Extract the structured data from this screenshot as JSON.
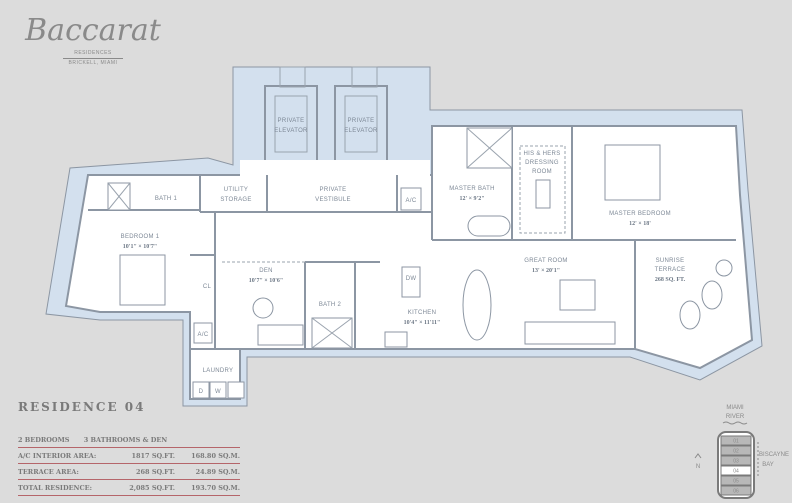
{
  "logo": {
    "brand": "Baccarat",
    "line1": "RESIDENCES",
    "line2": "BRICKELL, MIAMI"
  },
  "residence_title": "RESIDENCE 04",
  "summary": {
    "bedrooms": "2 BEDROOMS",
    "bathrooms": "3 BATHROOMS & DEN",
    "rows": [
      {
        "label": "A/C INTERIOR AREA:",
        "sqft": "1817 SQ.FT.",
        "sqm": "168.80 SQ.M."
      },
      {
        "label": "TERRACE AREA:",
        "sqft": "268 SQ.FT.",
        "sqm": "24.89 SQ.M."
      },
      {
        "label": "TOTAL RESIDENCE:",
        "sqft": "2,085 SQ.FT.",
        "sqm": "193.70 SQ.M."
      }
    ]
  },
  "rooms": {
    "elevator1": "PRIVATE",
    "elevator1b": "ELEVATOR",
    "elevator2": "PRIVATE",
    "elevator2b": "ELEVATOR",
    "utility": "UTILITY",
    "utility_b": "STORAGE",
    "vestibule": "PRIVATE",
    "vestibule_b": "VESTIBULE",
    "ac1": "A/C",
    "ac2": "A/C",
    "bath1": "BATH 1",
    "bedroom1": "BEDROOM 1",
    "bedroom1_dim": "10'1\" × 10'7\"",
    "closet": "CL",
    "den": "DEN",
    "den_dim": "10'7\" × 10'6\"",
    "bath2": "BATH 2",
    "kitchen": "KITCHEN",
    "kitchen_dim": "10'4\" × 11'11\"",
    "dw": "DW",
    "great_room": "GREAT ROOM",
    "great_room_dim": "13' × 20'1\"",
    "master_bath": "MASTER BATH",
    "master_bath_dim": "12' × 9'2\"",
    "dressing1": "HIS & HERS",
    "dressing2": "DRESSING",
    "dressing3": "ROOM",
    "master_bedroom": "MASTER BEDROOM",
    "master_bedroom_dim": "12' × 18'",
    "terrace1": "SUNRISE",
    "terrace2": "TERRACE",
    "terrace_area": "268 SQ. FT.",
    "laundry": "LAUNDRY",
    "dryer": "D",
    "washer": "W"
  },
  "keyplan": {
    "river1": "MIAMI",
    "river2": "RIVER",
    "bay1": "BISCAYNE",
    "bay2": "BAY",
    "north": "N",
    "units": [
      "01",
      "02",
      "03",
      "04",
      "05",
      "06"
    ],
    "highlighted": "04"
  },
  "colors": {
    "background": "#dcdcdc",
    "terrace_blue": "#d3e0ee",
    "wall": "#8c96a3",
    "accent_rule": "#b5656a"
  }
}
